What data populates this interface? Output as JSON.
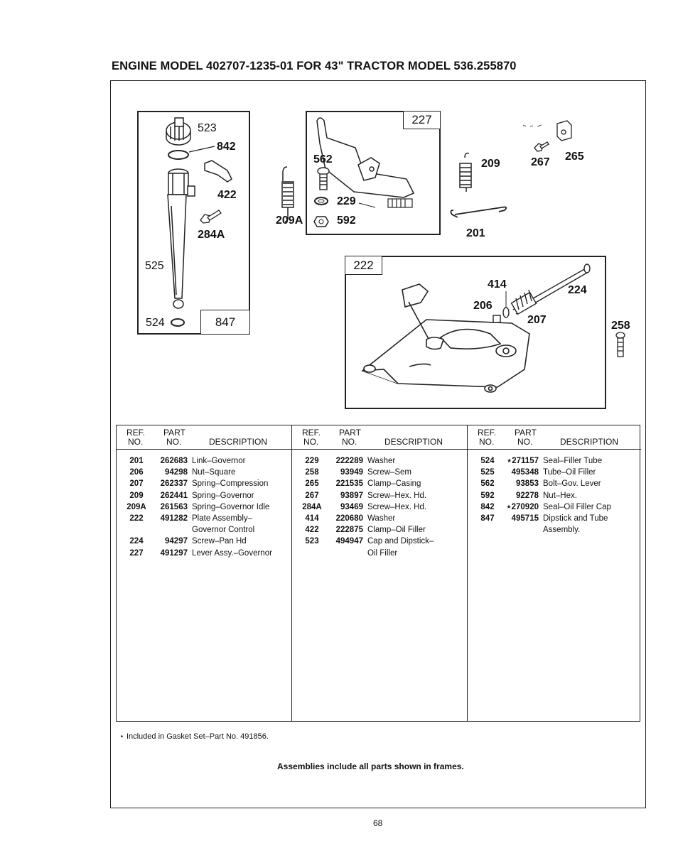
{
  "title": "ENGINE MODEL 402707-1235-01 FOR 43\" TRACTOR MODEL 536.255870",
  "frames": {
    "frame_847": "847",
    "frame_227": "227",
    "frame_222": "222"
  },
  "callouts": {
    "c523": "523",
    "c842": "842",
    "c422": "422",
    "c284A": "284A",
    "c525": "525",
    "c524": "524",
    "c562": "562",
    "c229": "229",
    "c592": "592",
    "c209A": "209A",
    "c209": "209",
    "c267": "267",
    "c265": "265",
    "c201": "201",
    "c414": "414",
    "c224": "224",
    "c206": "206",
    "c207": "207",
    "c258": "258"
  },
  "table": {
    "headers": {
      "ref1": "REF.",
      "ref2": "NO.",
      "part1": "PART",
      "part2": "NO.",
      "desc": "DESCRIPTION"
    },
    "columns": [
      [
        {
          "ref": "201",
          "part": "262683",
          "desc": "Link–Governor"
        },
        {
          "ref": "206",
          "part": "94298",
          "desc": "Nut–Square"
        },
        {
          "ref": "207",
          "part": "262337",
          "desc": "Spring–Compression"
        },
        {
          "ref": "209",
          "part": "262441",
          "desc": "Spring–Governor"
        },
        {
          "ref": "209A",
          "part": "261563",
          "desc": "Spring–Governor Idle"
        },
        {
          "ref": "222",
          "part": "491282",
          "desc": "Plate Assembly–"
        },
        {
          "ref": "",
          "part": "",
          "desc": "Governor Control"
        },
        {
          "ref": "224",
          "part": "94297",
          "desc": "Screw–Pan Hd"
        },
        {
          "ref": "227",
          "part": "491297",
          "desc": "Lever Assy.–Governor"
        }
      ],
      [
        {
          "ref": "229",
          "part": "222289",
          "desc": "Washer"
        },
        {
          "ref": "258",
          "part": "93949",
          "desc": "Screw–Sem"
        },
        {
          "ref": "265",
          "part": "221535",
          "desc": "Clamp–Casing"
        },
        {
          "ref": "267",
          "part": "93897",
          "desc": "Screw–Hex. Hd."
        },
        {
          "ref": "284A",
          "part": "93469",
          "desc": "Screw–Hex. Hd."
        },
        {
          "ref": "414",
          "part": "220680",
          "desc": "Washer"
        },
        {
          "ref": "422",
          "part": "222875",
          "desc": "Clamp–Oil Filler"
        },
        {
          "ref": "523",
          "part": "494947",
          "desc": "Cap and Dipstick–"
        },
        {
          "ref": "",
          "part": "",
          "desc": "Oil Filler"
        }
      ],
      [
        {
          "ref": "524",
          "part": "⋆271157",
          "desc": "Seal–Filler Tube"
        },
        {
          "ref": "525",
          "part": "495348",
          "desc": "Tube–Oil Filler"
        },
        {
          "ref": "562",
          "part": "93853",
          "desc": "Bolt–Gov. Lever"
        },
        {
          "ref": "592",
          "part": "92278",
          "desc": "Nut–Hex."
        },
        {
          "ref": "842",
          "part": "⋆270920",
          "desc": "Seal–Oil Filler Cap"
        },
        {
          "ref": "847",
          "part": "495715",
          "desc": "Dipstick and Tube"
        },
        {
          "ref": "",
          "part": "",
          "desc": "Assembly."
        }
      ]
    ]
  },
  "footnote": "⋆  Included in Gasket Set–Part No. 491856.",
  "assemblies_note": "Assemblies include all parts shown in frames.",
  "page_number": "68"
}
